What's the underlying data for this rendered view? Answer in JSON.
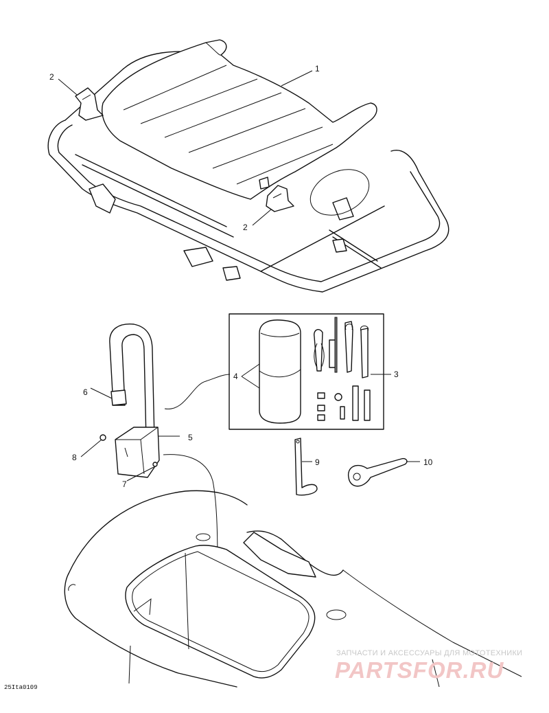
{
  "callouts": [
    {
      "id": "c1",
      "label": "1"
    },
    {
      "id": "c2a",
      "label": "2"
    },
    {
      "id": "c2b",
      "label": "2"
    },
    {
      "id": "c3",
      "label": "3"
    },
    {
      "id": "c4",
      "label": "4"
    },
    {
      "id": "c5",
      "label": "5"
    },
    {
      "id": "c6",
      "label": "6"
    },
    {
      "id": "c7",
      "label": "7"
    },
    {
      "id": "c8",
      "label": "8"
    },
    {
      "id": "c9",
      "label": "9"
    },
    {
      "id": "c10",
      "label": "10"
    }
  ],
  "figure_id": "25Ita0109",
  "watermark": {
    "tagline": "ЗАПЧАСТИ И АКСЕССУАРЫ ДЛЯ МОТОТЕХНИКИ",
    "logo": "PARTSFOR.RU"
  },
  "colors": {
    "line": "#111111",
    "background": "#ffffff",
    "watermark_logo": "#f2c6c6",
    "watermark_text": "#c8c8c8"
  }
}
